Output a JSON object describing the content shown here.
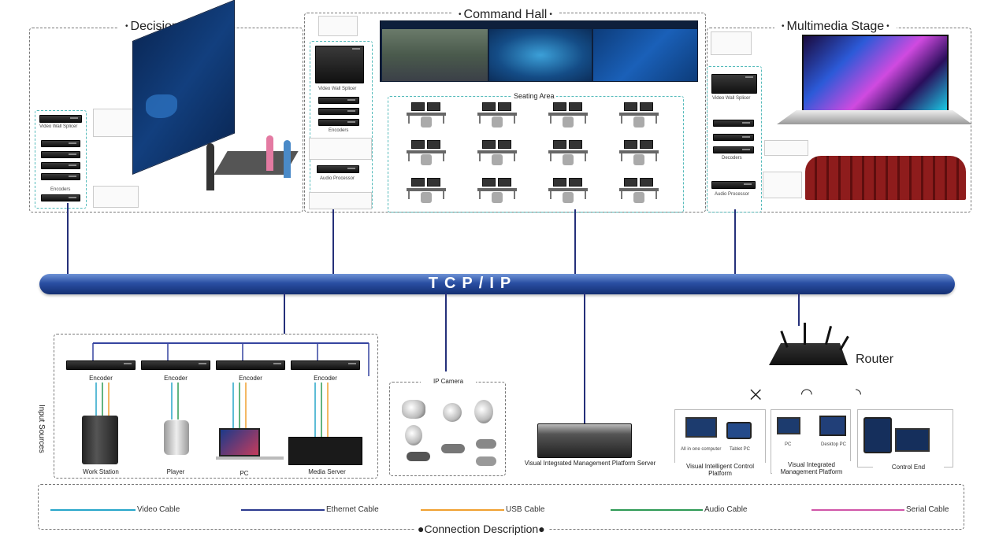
{
  "sections": {
    "decision_room": "Decision Room",
    "command_hall": "Command Hall",
    "multimedia_stage": "Multimedia Stage",
    "seating_area": "Seating Area",
    "input_sources": "Input Sources",
    "ip_camera": "IP Camera",
    "connection_description": "Connection Description"
  },
  "network": {
    "bus_label": "TCP/IP",
    "router_label": "Router"
  },
  "decision_room": {
    "splicer": "Video Wall Splicer",
    "encoders": "Encoders"
  },
  "command_hall": {
    "splicer": "Video Wall Splicer",
    "encoders": "Encoders",
    "audio_processor": "Audio Processor",
    "screen_banner": "",
    "desk_count": 12
  },
  "multimedia_stage": {
    "splicer": "Video Wall Splicer",
    "decoders": "Decoders",
    "audio_processor": "Audio Processor"
  },
  "input_sources": {
    "encoder_label": "Encoder",
    "devices": [
      "Work Station",
      "Player",
      "PC",
      "Media Server"
    ]
  },
  "server": {
    "label": "Visual Integrated Management Platform Server"
  },
  "control": {
    "panel1_items": [
      "All in one computer",
      "Tablet PC"
    ],
    "panel1_label": "Visual Intelligent Control Platform",
    "panel2_items": [
      "PC",
      "Desktop PC"
    ],
    "panel2_label": "Visual Integrated Management Platform",
    "panel3_label": "Control End"
  },
  "legend": [
    {
      "label": "Video Cable",
      "color": "#27a6c9"
    },
    {
      "label": "Ethernet Cable",
      "color": "#2b3a8f"
    },
    {
      "label": "USB Cable",
      "color": "#f0a030"
    },
    {
      "label": "Audio Cable",
      "color": "#2e9a55"
    },
    {
      "label": "Serial Cable",
      "color": "#d055a8"
    }
  ],
  "colors": {
    "bus": "#1e3f8a",
    "bus_highlight": "#5e82c8",
    "network_line": "#25307a"
  }
}
